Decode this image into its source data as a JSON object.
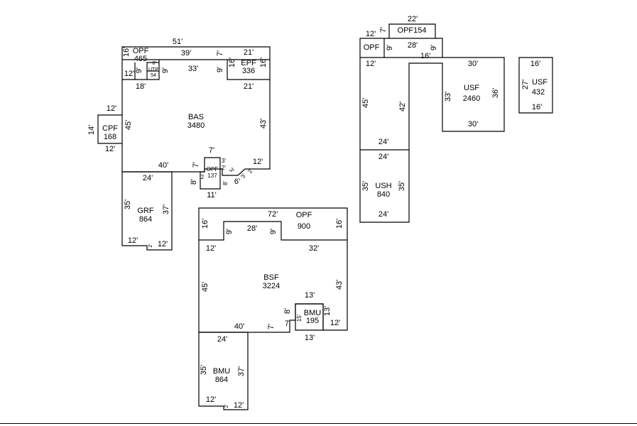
{
  "areas": {
    "bas": {
      "code": "BAS",
      "area": "3480"
    },
    "opf_top": {
      "code": "OPF",
      "area": "465"
    },
    "epf": {
      "code": "EPF",
      "area": "336"
    },
    "utp": {
      "code": "UTP",
      "area": "54"
    },
    "cpf": {
      "code": "CPF",
      "area": "168"
    },
    "opf_small": {
      "code": "OPF",
      "area": "137"
    },
    "grf": {
      "code": "GRF",
      "area": "864"
    },
    "opf_mid": {
      "code": "OPF",
      "area": "900"
    },
    "bsf": {
      "code": "BSF",
      "area": "3224"
    },
    "bmu_small": {
      "code": "BMU",
      "area": "195"
    },
    "bmu_large": {
      "code": "BMU",
      "area": "864"
    },
    "opf154": {
      "code": "OPF154"
    },
    "opf_corner": {
      "code": "OPF"
    },
    "usf_main": {
      "code": "USF",
      "area": "2460"
    },
    "ush": {
      "code": "USH",
      "area": "840"
    },
    "usf_side": {
      "code": "USF",
      "area": "432"
    }
  },
  "dims": {
    "bas_51": "51'",
    "bas_39": "39'",
    "bas_7a": "7'",
    "bas_21a": "21'",
    "bas_16a": "16'",
    "bas_9a": "9'",
    "bas_12a": "12'",
    "bas_6": "6'",
    "bas_54": "54",
    "bas_9b": "9'",
    "bas_33": "33'",
    "bas_9c": "9'",
    "bas_16b": "16'",
    "bas_16c": "16'",
    "bas_18": "18'",
    "bas_21b": "21'",
    "bas_45": "45'",
    "bas_43": "43'",
    "cpf_12a": "12'",
    "cpf_14": "14'",
    "cpf_12b": "12'",
    "bas_7b": "7'",
    "bas_40": "40'",
    "bas_7c": "7'",
    "bas_3a": "3'",
    "bas_2a": "2'",
    "bas_3b": "3'",
    "bas_12b": "12'",
    "bas_2b": "2'",
    "bas_2c": "2",
    "bas_3c": "3'",
    "bas_8a": "8'",
    "bas_8b": "8'",
    "bas_6b": "6'",
    "bas_11": "11'",
    "bas_2d": "2'",
    "grf_24": "24'",
    "grf_35": "35'",
    "grf_37": "37'",
    "grf_12a": "12'",
    "grf_2": "2'",
    "grf_12b": "12'",
    "bsf_72": "72'",
    "bsf_16a": "16'",
    "bsf_16b": "16'",
    "bsf_9a": "9'",
    "bsf_28": "28'",
    "bsf_9b": "9'",
    "bsf_12a": "12'",
    "bsf_32": "32'",
    "bsf_45": "45'",
    "bsf_43": "43'",
    "bsf_13a": "13'",
    "bsf_8": "8'",
    "bsf_15": "15'",
    "bsf_13b": "13'",
    "bsf_7a": "7'",
    "bsf_7b": "7'",
    "bsf_40": "40'",
    "bsf_12b": "12'",
    "bsf_13c": "13'",
    "bmu_24": "24'",
    "bmu_35": "35'",
    "bmu_37": "37'",
    "bmu_12a": "12'",
    "bmu_2": "2'",
    "bmu_12b": "12'",
    "usf_22": "22'",
    "usf_12a": "12'",
    "usf_7": "7'",
    "usf_9a": "9'",
    "usf_28": "28'",
    "usf_9b": "9'",
    "usf_16": "16'",
    "usf_30a": "30'",
    "usf_12b": "12'",
    "usf_45": "45'",
    "usf_42": "42'",
    "usf_33": "33'",
    "usf_36": "36'",
    "usf_30b": "30'",
    "usf_24a": "24'",
    "ush_24": "24'",
    "ush_35a": "35'",
    "ush_35b": "35'",
    "ush_24b": "24'",
    "side_16a": "16'",
    "side_27": "27'",
    "side_16b": "16'"
  }
}
